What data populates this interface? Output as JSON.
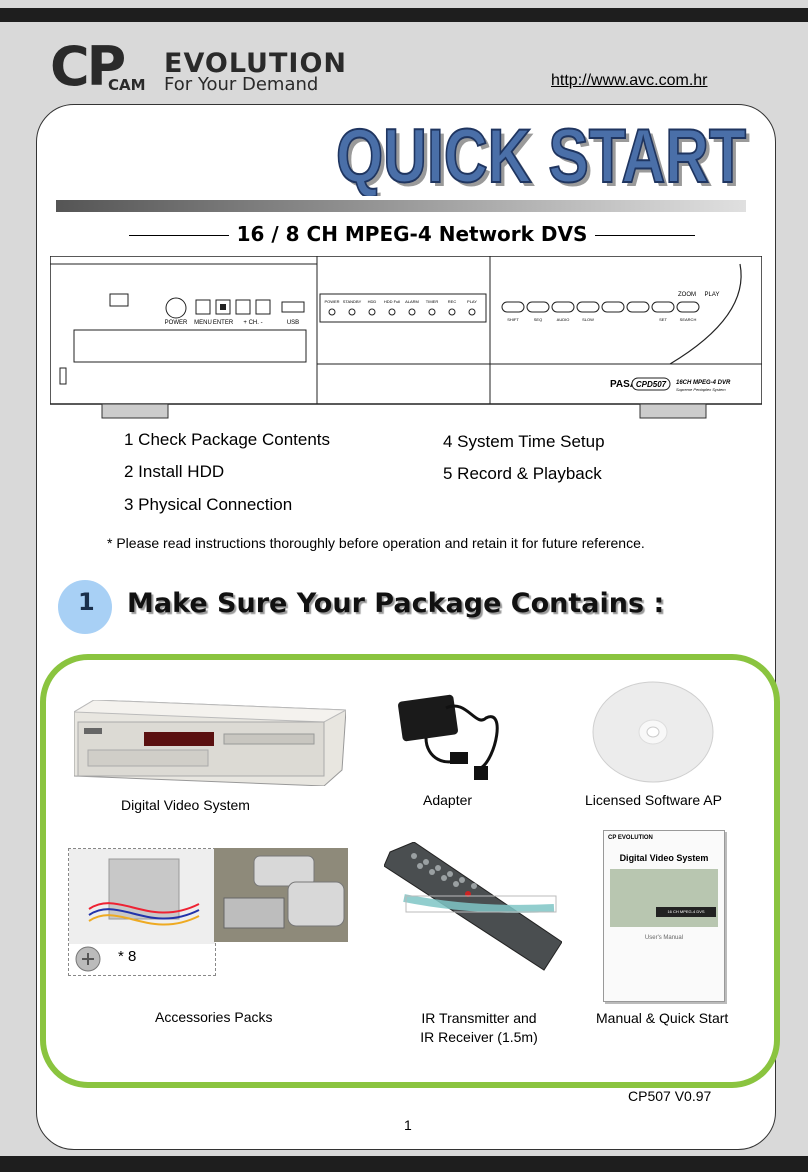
{
  "header": {
    "logo_cp": "CP",
    "logo_cam": "CAM",
    "logo_evolution": "EVOLUTION",
    "logo_tagline": "For Your Demand",
    "url": "http://www.avc.com.hr"
  },
  "title": "QUICK START",
  "subtitle": "16 / 8 CH MPEG-4 Network DVS",
  "device": {
    "front_labels": {
      "power": "POWER",
      "menu": "MENU",
      "enter": "ENTER",
      "ch": "+  CH.  -",
      "usb": "USB"
    },
    "leds": [
      "POWER",
      "STANDBY",
      "HDD",
      "HDD Full",
      "ALARM",
      "TIMER",
      "REC",
      "PLAY"
    ],
    "buttons_top": [
      "ZOOM",
      "PLAY"
    ],
    "buttons_bottom": [
      "SHIFT",
      "SEQ",
      "AUDIO",
      "SLOW",
      "",
      "",
      "SET",
      "SEARCH"
    ],
    "brand": "PASA",
    "model": "CPD507",
    "model_desc": "16CH MPEG-4 DVR",
    "model_sub": "Supreme Pentaplex System"
  },
  "toc": [
    "1 Check Package Contents",
    "2 Install HDD",
    "3 Physical Connection",
    "4 System Time Setup",
    "5 Record & Playback"
  ],
  "note": "* Please read instructions thoroughly before operation and retain it for future reference.",
  "section1": {
    "number": "1",
    "title": "Make Sure Your Package Contains :"
  },
  "items": {
    "dvs": "Digital Video System",
    "adapter": "Adapter",
    "software": "Licensed Software AP",
    "accessories": "Accessories Packs",
    "screws": "* 8",
    "ir_line1": "IR Transmitter and",
    "ir_line2": "IR Receiver (1.5m)",
    "manual": "Manual & Quick Start",
    "manual_cover_title": "Digital Video System",
    "manual_cover_logo": "CP EVOLUTION",
    "manual_cover_model": "16 CH MPEG-4 DVS",
    "manual_cover_footer": "User's Manual"
  },
  "footer": {
    "version": "CP507  V0.97",
    "page": "1"
  },
  "colors": {
    "title_blue": "#4a6fa8",
    "green_border": "#8ac43f",
    "section_badge": "#a8d0f5"
  }
}
